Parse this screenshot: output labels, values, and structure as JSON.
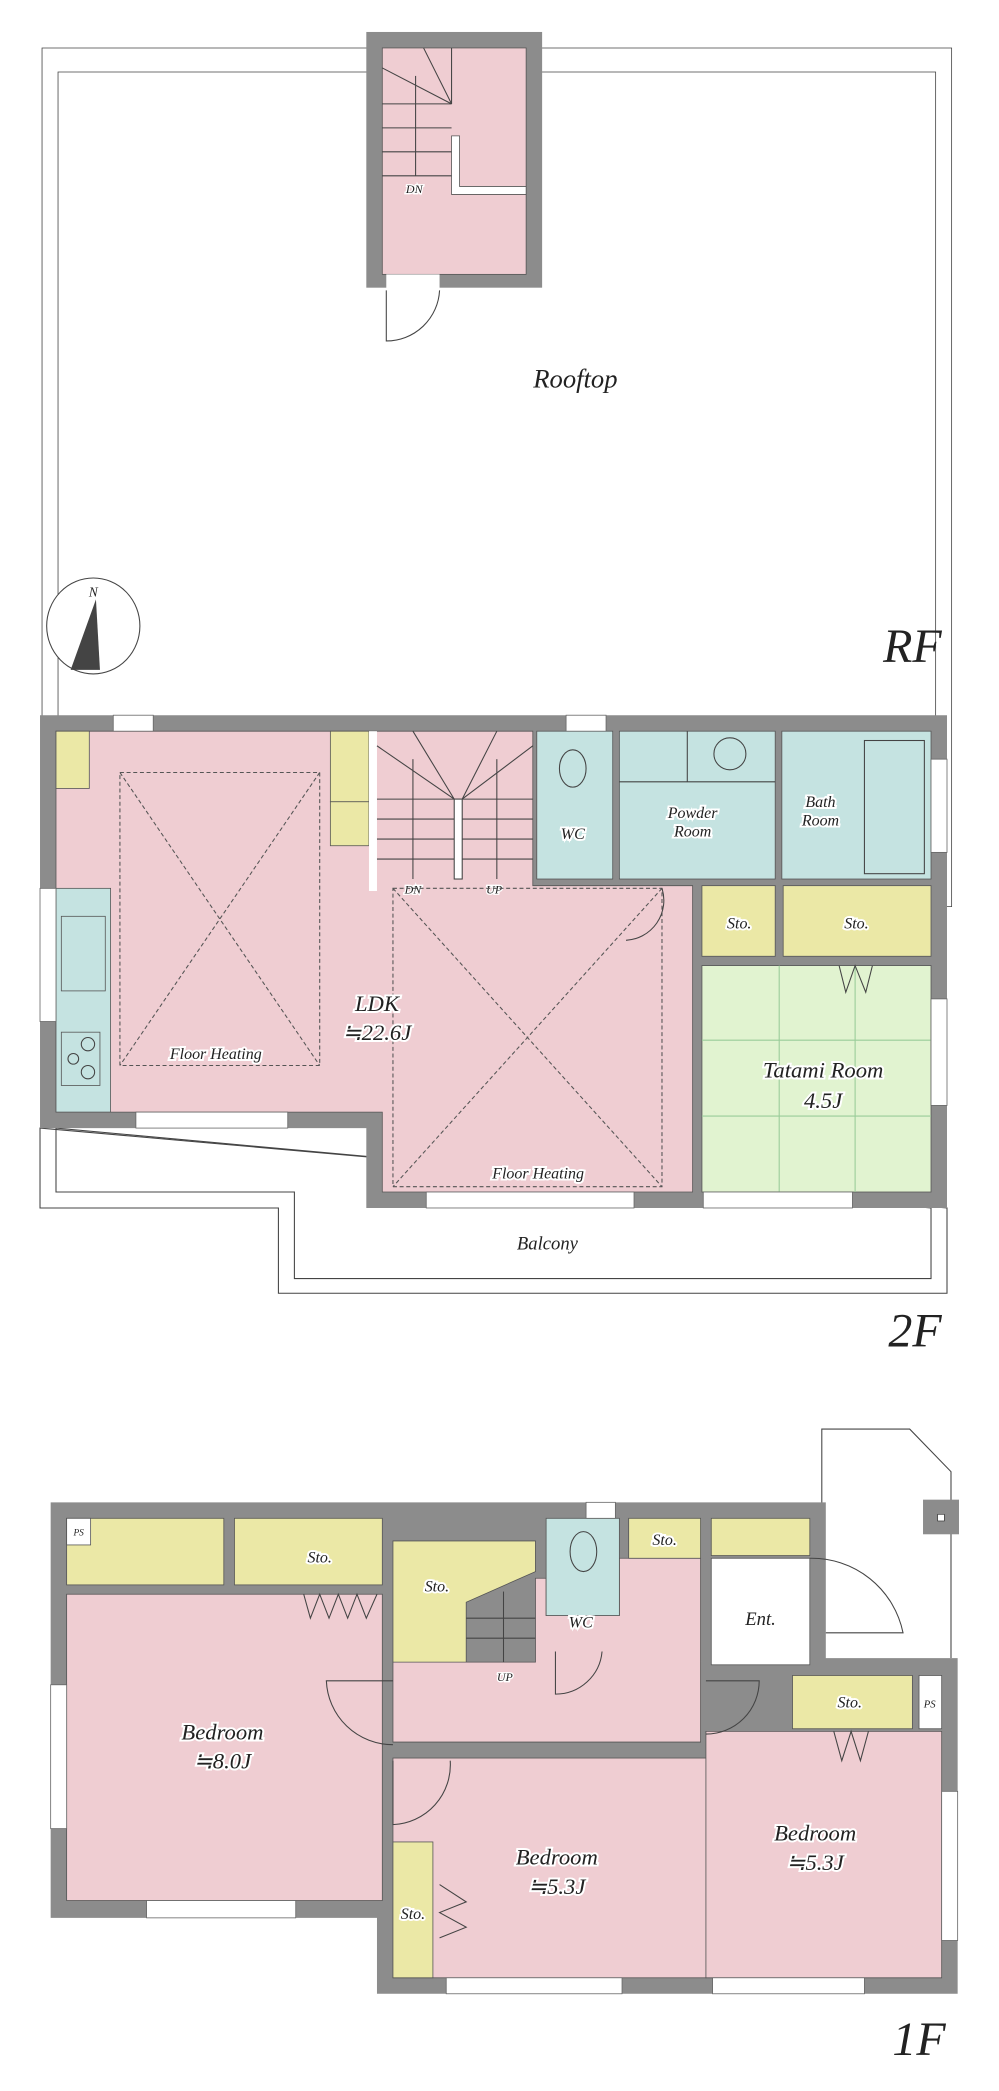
{
  "rooftop_floor": {
    "floor_label": "RF",
    "rooftop_label": "Rooftop",
    "stairs_label": "DN",
    "compass_label": "N"
  },
  "second_floor": {
    "floor_label": "2F",
    "ldk_label": "LDK",
    "ldk_size": "≒22.6J",
    "floor_heating_1": "Floor Heating",
    "floor_heating_2": "Floor Heating",
    "stairs_dn": "DN",
    "stairs_up": "UP",
    "wc_label": "WC",
    "powder_room_line1": "Powder",
    "powder_room_line2": "Room",
    "bath_room_line1": "Bath",
    "bath_room_line2": "Room",
    "storage_1": "Sto.",
    "storage_2": "Sto.",
    "tatami_label": "Tatami Room",
    "tatami_size": "4.5J",
    "balcony_label": "Balcony"
  },
  "first_floor": {
    "floor_label": "1F",
    "bedroom_1_label": "Bedroom",
    "bedroom_1_size": "≒8.0J",
    "bedroom_2_label": "Bedroom",
    "bedroom_2_size": "≒5.3J",
    "bedroom_3_label": "Bedroom",
    "bedroom_3_size": "≒5.3J",
    "storage_top": "Sto.",
    "storage_stairs": "Sto.",
    "storage_wc": "Sto.",
    "storage_right": "Sto.",
    "storage_small": "Sto.",
    "wc_label": "WC",
    "entrance_label": "Ent.",
    "stairs_up": "UP",
    "ps_1": "PS",
    "ps_2": "PS"
  }
}
